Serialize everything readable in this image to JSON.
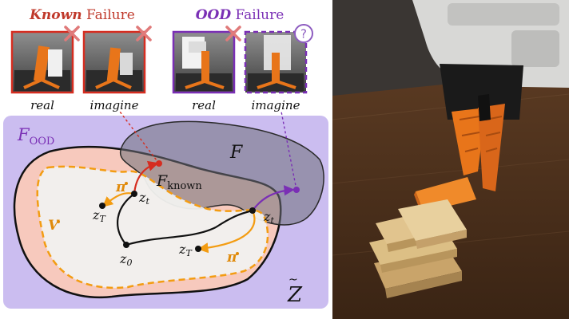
{
  "figure": {
    "left_panel": {
      "known_header": {
        "emph": "Known",
        "rest": " Failure"
      },
      "ood_header": {
        "emph": "OOD",
        "rest": " Failure"
      },
      "thumb_captions": [
        "real",
        "imagine",
        "real",
        "imagine"
      ],
      "thumb_markers": [
        "x-mark-icon",
        "x-mark-icon",
        "x-mark-icon",
        "question-mark-icon"
      ],
      "question_glyph": "?"
    },
    "latent_diagram": {
      "ood_region_label": {
        "base": "F",
        "sub": "OOD"
      },
      "failure_set_label": "F",
      "known_failure_label": {
        "base": "F",
        "sub": "known"
      },
      "latent_space_label": "Z",
      "policy_label": "π",
      "value_label": "V",
      "state_labels": {
        "z_t_left": {
          "base": "z",
          "sub": "t"
        },
        "z_T_left": {
          "base": "z",
          "sub": "T"
        },
        "z_0": {
          "base": "z",
          "sub": "0"
        },
        "z_T_right": {
          "base": "z",
          "sub": "T"
        },
        "z_t_right": {
          "base": "z",
          "sub": "t"
        }
      }
    },
    "colors": {
      "known_red": "#c0392b",
      "ood_purple": "#7a2fb5",
      "ood_region_fill": "#cbbdf0",
      "safe_region_fill": "#f7c9bd",
      "failure_gray": "#8a8a96",
      "policy_orange": "#f39c12"
    },
    "right_photo": {
      "subject": "robot-gripper-grasping-orange-block-from-wooden-block-stack"
    }
  }
}
